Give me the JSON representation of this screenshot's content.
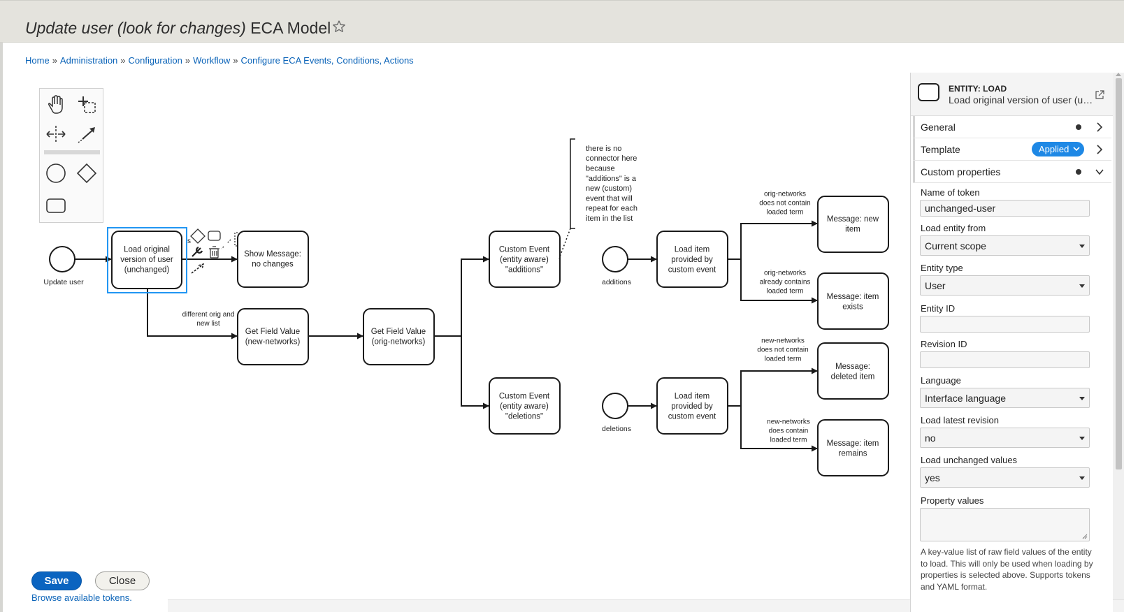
{
  "page": {
    "title_italic": "Update user (look for changes)",
    "title_rest": "ECA Model",
    "favorite_icon": "star-outline-icon"
  },
  "breadcrumb": [
    "Home",
    "Administration",
    "Configuration",
    "Workflow",
    "Configure ECA Events, Conditions, Actions"
  ],
  "breadcrumb_separator": "»",
  "palette": {
    "tools": [
      "hand-tool-icon",
      "lasso-tool-icon",
      "space-tool-icon",
      "connect-tool-icon",
      "start-event-icon",
      "gateway-icon",
      "task-icon"
    ]
  },
  "diagram": {
    "events": {
      "update_user": "Update user",
      "additions": "additions",
      "deletions": "deletions"
    },
    "tasks": {
      "load_original": [
        "Load original",
        "version of user",
        "(unchanged)"
      ],
      "show_message": [
        "Show Message:",
        "no changes"
      ],
      "get_new": [
        "Get Field Value",
        "(new-networks)"
      ],
      "get_orig": [
        "Get Field Value",
        "(orig-networks)"
      ],
      "ce_additions": [
        "Custom Event",
        "(entity aware)",
        "\"additions\""
      ],
      "ce_deletions": [
        "Custom Event",
        "(entity aware)",
        "\"deletions\""
      ],
      "load_item_1": [
        "Load item",
        "provided by",
        "custom event"
      ],
      "load_item_2": [
        "Load item",
        "provided by",
        "custom event"
      ],
      "msg_new": [
        "Message: new",
        "item"
      ],
      "msg_exists": [
        "Message: item",
        "exists"
      ],
      "msg_deleted": [
        "Message:",
        "deleted item"
      ],
      "msg_remains": [
        "Message: item",
        "remains"
      ]
    },
    "flow_labels": {
      "different": [
        "different orig and",
        "new list"
      ],
      "on_1": [
        "orig-networks",
        "does not contain",
        "loaded term"
      ],
      "on_2": [
        "orig-networks",
        "already contains",
        "loaded term"
      ],
      "nn_1": [
        "new-networks",
        "does not contain",
        "loaded term"
      ],
      "nn_2": [
        "new-networks",
        "does contain",
        "loaded term"
      ]
    },
    "annotation": [
      "there is no",
      "connector here",
      "because",
      "\"additions\" is a",
      "new (custom)",
      "event that will",
      "repeat for each",
      "item in the list"
    ],
    "context_pad_icons": [
      "gateway-icon",
      "task-icon",
      "annotation-icon",
      "wrench-icon",
      "trash-icon",
      "connect-icon"
    ],
    "cut_label": "s"
  },
  "actions": {
    "save": "Save",
    "close": "Close",
    "browse_tokens": "Browse available tokens."
  },
  "panel": {
    "element_type": "ENTITY: LOAD",
    "element_name": "Load original version of user (unchanged)",
    "external_link_icon": "external-link-icon",
    "groups": {
      "general": "General",
      "template": "Template",
      "template_badge": "Applied",
      "custom": "Custom properties"
    },
    "fields": {
      "token_label": "Name of token",
      "token_value": "unchanged-user",
      "load_from_label": "Load entity from",
      "load_from_value": "Current scope",
      "entity_type_label": "Entity type",
      "entity_type_value": "User",
      "entity_id_label": "Entity ID",
      "entity_id_value": "",
      "revision_id_label": "Revision ID",
      "revision_id_value": "",
      "language_label": "Language",
      "language_value": "Interface language",
      "latest_revision_label": "Load latest revision",
      "latest_revision_value": "no",
      "unchanged_label": "Load unchanged values",
      "unchanged_value": "yes",
      "property_values_label": "Property values",
      "property_values_help": "A key-value list of raw field values of the entity to load. This will only be used when loading by properties is selected above. Supports tokens and YAML format."
    }
  },
  "colors": {
    "header_bg": "#e4e3dd",
    "link": "#0a63b8",
    "primary_button": "#0b64c0",
    "selection": "#2196f3",
    "badge": "#1e88e5"
  }
}
